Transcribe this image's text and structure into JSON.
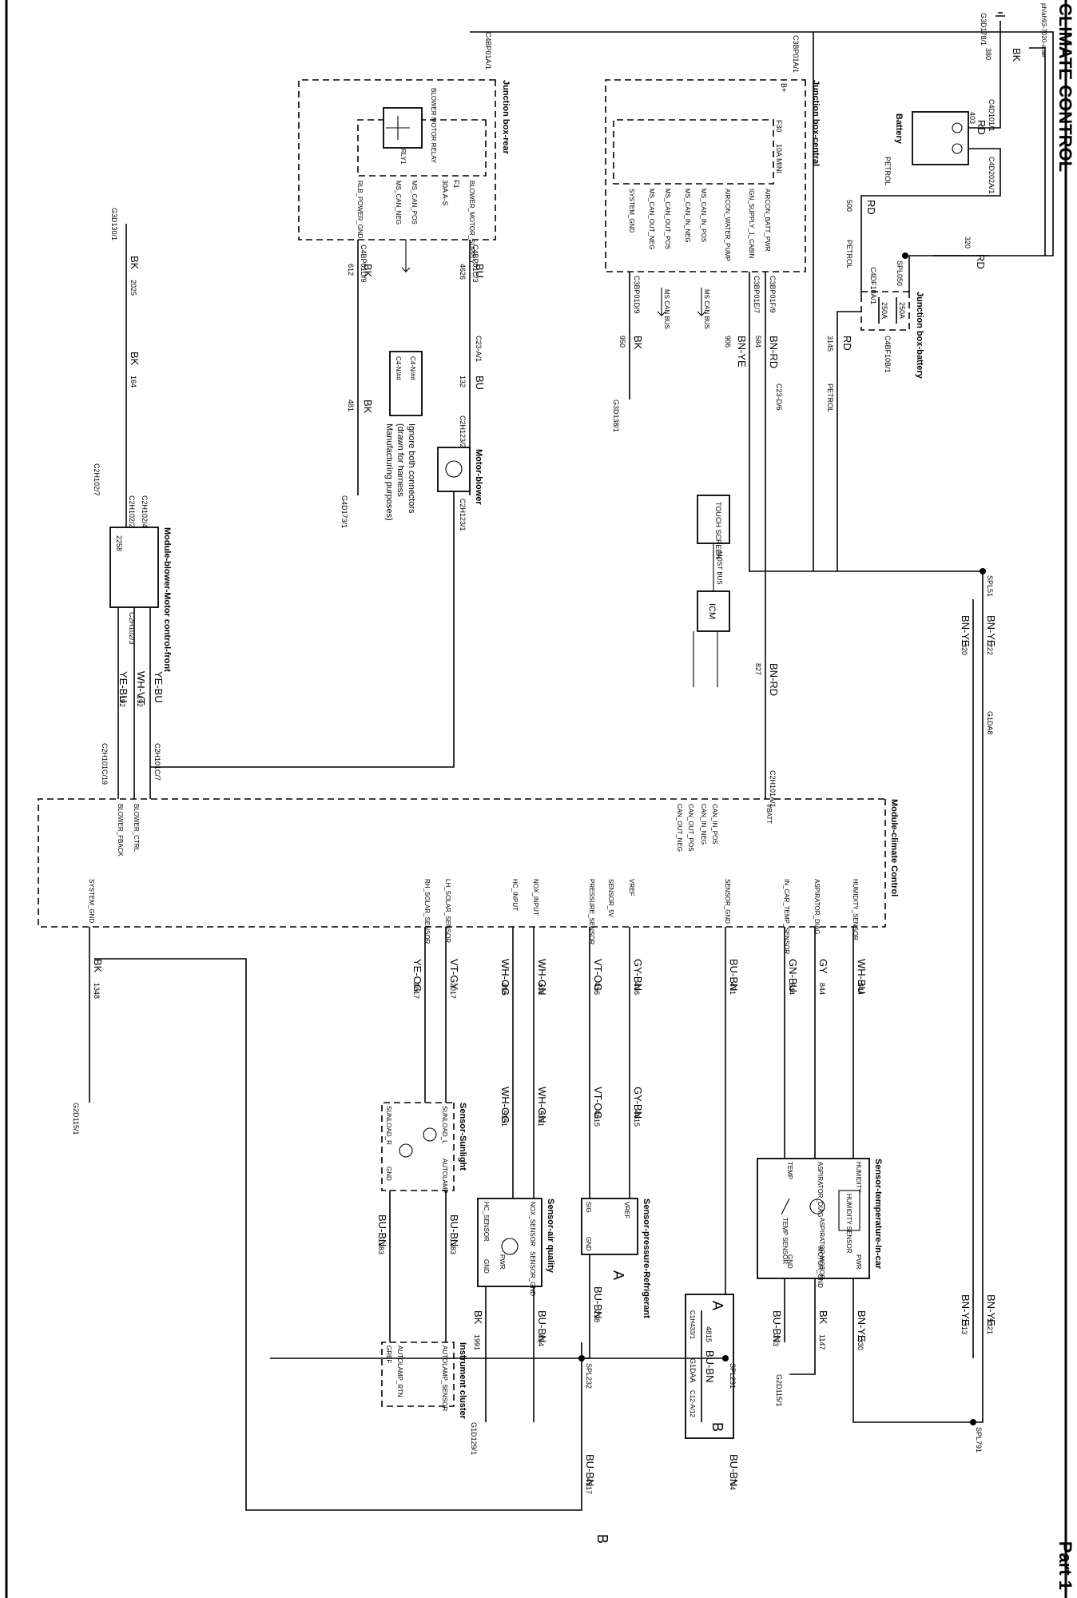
{
  "header": {
    "title": "CLIMATE CONTROL",
    "part": "Part 1",
    "ref": "ph/ah93-7020-a.ae"
  },
  "components": {
    "battery": "Battery",
    "jb_battery": "Junction box-battery",
    "jb_central": "Junction box-central",
    "jb_rear": "Junction box-rear",
    "motor_blower": "Motor-blower",
    "module_blower": "Module-blower-Motor control-front",
    "module_climate": "Module-climate Control",
    "sensor_temp": "Sensor-temperature-In-car",
    "sensor_sunlight": "Sensor-Sunlight",
    "sensor_aq": "Sensor-air quality",
    "sensor_pressure": "Sensor-pressure-Refrigerant",
    "cluster": "Instrument cluster",
    "touch": "TOUCH SCREEN",
    "icm": "ICM"
  },
  "note": {
    "lines": [
      "Ignore both connectors",
      "(drawn for harness",
      "Manufacturing purposes)"
    ],
    "c1": "C4-N/##",
    "c2": "C4-N/##"
  },
  "legend": {
    "a": "A",
    "b": "B",
    "conn1": "C1H433/1",
    "conn2": "C12-A/12",
    "color": "BU-BN",
    "circuit": "4815",
    "ground": "G1DAA"
  },
  "labels": {
    "g1": "G3D178/1",
    "g2": "G3D138/1",
    "g3": "G3D130/1",
    "g4": "G4D173/1",
    "g5": "G2D115/1",
    "g6": "G2D115/1",
    "g7": "G1D129/1",
    "battery_c1": "C4D101/1",
    "battery_c2": "C4D202A/1",
    "jb_batt_c1": "C4DF10A/1",
    "jb_batt_c2": "C4BF10B/1",
    "jb_batt_f": "250A",
    "jb_batt_r": "250A",
    "spl1": "SPL050",
    "spl2": "SPL51",
    "jbc_in": "C3BP01A/1",
    "jbc_bp": "B+",
    "jbc_f30": "F30",
    "jbc_fuse": "10A MINI",
    "jbc_p1": "AIRCON_BATT_PWR",
    "jbc_p2": "IGN_SUPPLY_1_CABIN",
    "jbc_p3": "AIRCON_WATER_PUMP",
    "jbc_p4": "MS_CAN_IN_POS",
    "jbc_p5": "MS_CAN_IN_NEG",
    "jbc_p6": "MS_CAN_OUT_POS",
    "jbc_p7": "MS_CAN_OUT_NEG",
    "jbc_p8": "SYSTEM_GND",
    "jbc_c1": "C3BP01F/9",
    "jbc_c2": "C3BP01E/7",
    "jbc_c3": "C3BP01D/9",
    "jbc_bus": "MS CAN BUS",
    "jbr_in": "C4BP01A/1",
    "jbr_relay": "BLOWER MOTOR RELAY",
    "jbr_rly": "RLY1",
    "jbr_f": "F1",
    "jbr_fa": "30A A-S",
    "jbr_p1": "BLOWER_MOTOR_SUPPLY",
    "jbr_p2": "MS_CAN_POS",
    "jbr_p3": "MS_CAN_NEG",
    "jbr_p4": "RLB_POWER_GND",
    "jbr_c1": "C4BP01C/3",
    "jbr_c2": "C4BP01D/9",
    "mcc_p1": "VBATT",
    "mcc_p2": "CAN_IN_POS",
    "mcc_p3": "CAN_IN_NEG",
    "mcc_p4": "CAN_OUT_POS",
    "mcc_p5": "CAN_OUT_NEG",
    "mcc_p6": "BLOWER_CTRL",
    "mcc_p7": "BLOWER_FBACK",
    "mcc_p8": "HUMIDITY_SENSOR",
    "mcc_p9": "ASPIRATOR_DIAG",
    "mcc_p10": "IN_CAR_TEMP_SENSOR",
    "mcc_p11": "SENSOR_GND",
    "mcc_p12": "VREF",
    "mcc_p13": "SENSOR_5V",
    "mcc_p14": "PRESSURE_SENSOR",
    "mcc_p15": "NOX_INPUT",
    "mcc_p16": "HC_INPUT",
    "mcc_p17": "LH_SOLAR_SENSOR",
    "mcc_p18": "RH_SOLAR_SENSOR",
    "mcc_p19": "SYSTEM_GND",
    "mcc_cb": "C2H101A/1",
    "mcc_c7": "C2H101C/7",
    "mcc_c19": "C2H101C/19",
    "most": "MOST BUS",
    "st_p1": "HUMIDITY",
    "st_p2": "ASPIRATOR_DIAG",
    "st_p3": "TEMP",
    "st_p4": "PWR",
    "st_p5": "MOTOR_GND",
    "st_p6": "GND",
    "st_humid": "HUMIDITY SENSOR",
    "st_asp": "ASPIRATOR MOTOR",
    "st_tsen": "TEMP SENSOR",
    "ss_p1": "SUNLOAD_L",
    "ss_p2": "SUNLOAD_R",
    "ss_p3": "AUTOLAMP",
    "ss_p4": "GND",
    "aq_p1": "NOX_SENSOR",
    "aq_p2": "HC_SENSOR",
    "aq_p3": "SENSOR_GND",
    "aq_p4": "PWR",
    "aq_p5": "GND",
    "sp_p1": "VREF",
    "sp_p2": "SIG",
    "sp_p3": "GND",
    "ic_p1": "AUTOLAMP_SENSOR",
    "ic_p2": "GREF",
    "ic_p3": "AUTOLAMP_RTN",
    "mb_p1": "C2H102/4",
    "mb_p2": "C2H102/2",
    "mb_p3": "C2H102/3",
    "mb_p4": "C2H102/7",
    "mb_p5": "2258",
    "motor_c1": "C2H123/2",
    "motor_c2": "C2H123/1"
  },
  "wires": {
    "w_bk380": "BK",
    "n380": "380",
    "w_rd403": "RD",
    "n403": "403",
    "petrol1": "PETROL",
    "w_rd320": "RD",
    "n320": "320",
    "w_rd500": "RD",
    "n500": "500",
    "petrol2": "PETROL",
    "w_rd3145": "RD",
    "n3145": "3145",
    "petrol3": "PETROL",
    "w_bnrd": "BN-RD",
    "n584": "584",
    "w_bnye": "BN-YE",
    "n906": "906",
    "w_bk950": "BK",
    "n950": "950",
    "w_bu": "BU",
    "n4626": "4626",
    "w_bk612": "BK",
    "n612": "612",
    "w_bu132": "BU",
    "n132": "132",
    "w_bk481": "BK",
    "n481": "481",
    "w_bk2025": "BK",
    "n2025": "2025",
    "w_bk164": "BK",
    "n164": "164",
    "w_yebu1": "YE-BU",
    "w_whvt": "WH-VT",
    "n192": "192",
    "w_yebu2": "YE-BU",
    "n192b": "192",
    "w_bnrd827": "BN-RD",
    "n827": "827",
    "w_bnye1222": "BN-YE",
    "n1222": "1222",
    "w_bnye1320": "BN-YE",
    "n1320": "1320",
    "w_whbu": "WH-BU",
    "n844a": "844",
    "w_gy": "GY",
    "n844b": "844",
    "w_gnbu": "GN-BU",
    "n844c": "844",
    "w_bubn471": "BU-BN",
    "n471": "471",
    "w_gybn1": "GY-BN",
    "n436": "436",
    "w_vtog1": "VT-OG",
    "n436b": "436",
    "w_whgn1": "WH-GN",
    "n436c": "436",
    "w_whog1": "WH-OG",
    "n436d": "436",
    "w_vtgy": "VT-GY",
    "n2017": "2017",
    "w_yeog": "YE-OG",
    "n2017b": "2017",
    "w_bk1348": "BK",
    "n1348": "1348",
    "w_gybn2": "GY-BN",
    "n4815": "4815",
    "w_vtog2": "VT-OG",
    "n4815b": "4815",
    "w_whgn2": "WH-GN",
    "n5351": "5351",
    "w_whog2": "WH-OG",
    "n5351b": "5351",
    "w_bnye1330": "BN-YE",
    "n1330": "1330",
    "w_bk1147": "BK",
    "n1147": "1147",
    "w_bubn373": "BU-BN",
    "n373": "373",
    "w_bnye5321": "BN-YE",
    "n5321": "5321",
    "w_bnye1313": "BN-YE",
    "n1313": "1313",
    "w_bubn1283a": "BU-BN",
    "n1283a": "1283",
    "w_bubn1283b": "BU-BN",
    "n1283b": "1283",
    "w_bubn834": "BU-BN",
    "n834": "834",
    "w_bk1991": "BK",
    "n1991": "1991",
    "w_bubn298": "BU-BN",
    "n298": "298",
    "w_bubn4517": "BU-BN",
    "n4517": "4517",
    "w_bubn704": "BU-BN",
    "n704": "704",
    "g1da8": "G1DA8",
    "spl231": "SPL231",
    "spl232": "SPL232",
    "spl791": "SPL791"
  }
}
